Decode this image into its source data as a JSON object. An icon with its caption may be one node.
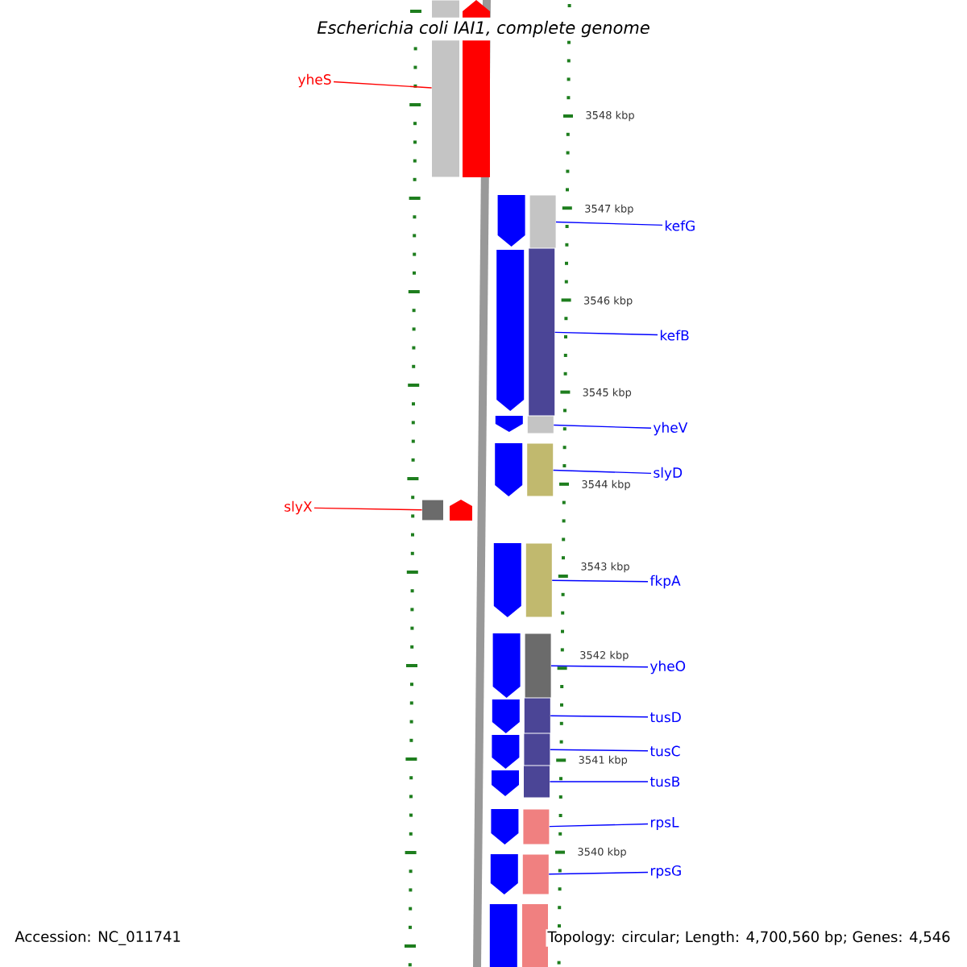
{
  "diagram": {
    "title": "*Escherichia coli* IAI1, complete genome",
    "nodes": [
      {
        "text": [
          "yheS"
        ]
      },
      {
        "text": [],
        "shape": "bar"
      },
      {
        "text": [
          "kefG"
        ]
      },
      {
        "text": [],
        "shape": "bar"
      },
      {
        "text": [
          "kefB"
        ]
      },
      {
        "text": [],
        "shape": "bar"
      },
      {
        "text": [
          "yheV"
        ]
      },
      {
        "text": [],
        "shape": "bar"
      },
      {
        "text": [
          "slyD"
        ]
      },
      {
        "text": [],
        "shape": "bar"
      },
      {
        "text": [
          "slyX"
        ]
      },
      {
        "text": [],
        "shape": "bar"
      },
      {
        "text": [
          "fkpA"
        ]
      },
      {
        "text": [],
        "shape": "bar"
      },
      {
        "text": [
          "yheO"
        ]
      },
      {
        "text": [],
        "shape": "bar"
      },
      {
        "text": [
          "tusD"
        ]
      },
      {
        "text": [],
        "shape": "bar"
      },
      {
        "text": [
          "tusC"
        ]
      },
      {
        "text": [],
        "shape": "bar"
      },
      {
        "text": [
          "tusB"
        ]
      },
      {
        "text": [],
        "shape": "bar"
      },
      {
        "text": [
          "rpsL"
        ]
      },
      {
        "text": [],
        "shape": "bar"
      },
      {
        "text": [
          "rpsG"
        ]
      },
      {
        "text": [],
        "shape": "bar"
      }
    ],
    "edges": [
      {
        "from": 0,
        "to": 1,
        "arrow": "none",
        "color": "#ff0000"
      },
      {
        "from": 2,
        "to": 3,
        "arrow": "none"
      },
      {
        "from": 4,
        "to": 5,
        "arrow": "none"
      },
      {
        "from": 6,
        "to": 7,
        "arrow": "none"
      },
      {
        "from": 8,
        "to": 9,
        "arrow": "none"
      },
      {
        "from": 10,
        "to": 11,
        "arrow": "none",
        "color": "#ff0000"
      },
      {
        "from": 12,
        "to": 13,
        "arrow": "none"
      },
      {
        "from": 14,
        "to": 15,
        "arrow": "none"
      },
      {
        "from": 16,
        "to": 17,
        "arrow": "none"
      },
      {
        "from": 18,
        "to": 19,
        "arrow": "none"
      },
      {
        "from": 20,
        "to": 21,
        "arrow": "none"
      },
      {
        "from": 22,
        "to": 23,
        "arrow": "none"
      },
      {
        "from": 24,
        "to": 25,
        "arrow": "none"
      }
    ],
    "labels": [
      "3548 kbp",
      "3547 kbp",
      "3546 kbp",
      "3545 kbp",
      "3544 kbp",
      "3543 kbp",
      "3542 kbp",
      "3541 kbp",
      "3540 kbp",
      "Accession: NC_011741",
      "Topology: circular; Length: 4,700,560 bp; Genes: 4,546"
    ]
  }
}
